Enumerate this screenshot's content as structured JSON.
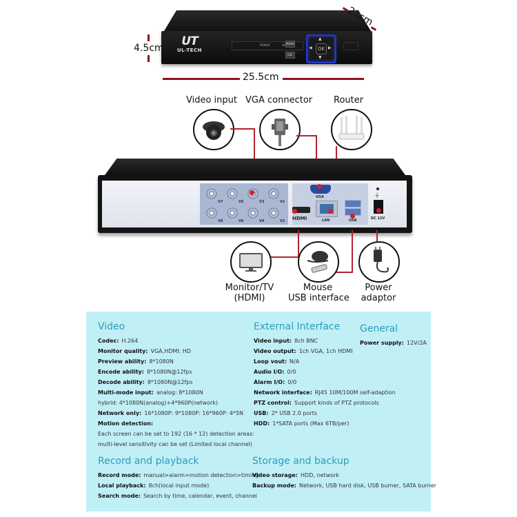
{
  "dimensions": {
    "width": "25.5cm",
    "height": "4.5cm",
    "depth": "21cm"
  },
  "front_panel": {
    "logo_mark": "UT",
    "brand": "UL-TECH",
    "btn_menu": "MENU",
    "btn_esc": "ESC",
    "ok_label": "OK",
    "slot_indicators": [
      "POWER",
      "HD"
    ]
  },
  "accessories_top": [
    {
      "label": "Video input",
      "icon": "dome-camera-icon"
    },
    {
      "label": "VGA connector",
      "icon": "vga-cable-icon"
    },
    {
      "label": "Router",
      "icon": "router-icon"
    }
  ],
  "rear_panel": {
    "bnc_labels_top": [
      "V7",
      "V5",
      "V3",
      "V1"
    ],
    "bnc_labels_bottom": [
      "V8",
      "V6",
      "V4",
      "V2"
    ],
    "vga": "VGA",
    "hdmi": "HDMI",
    "lan": "LAN",
    "usb": "USB",
    "dc": "DC 12V"
  },
  "accessories_bottom": [
    {
      "line1": "Monitor/TV",
      "line2": "(HDMI)",
      "icon": "monitor-icon"
    },
    {
      "line1": "Mouse",
      "line2": "USB interface",
      "icon": "mouse-usb-icon"
    },
    {
      "line1": "Power",
      "line2": "adaptor",
      "icon": "power-adaptor-icon"
    }
  ],
  "accent_color": "#2a9dbd",
  "panel_color": "#c1eff6",
  "connector_color": "#b3232c",
  "specs": {
    "video": {
      "title": "Video",
      "rows": [
        {
          "k": "Codec:",
          "v": "H.264"
        },
        {
          "k": "Monitor quality:",
          "v": "VGA,HDMI: HD"
        },
        {
          "k": "Preview ability:",
          "v": "8*1080N"
        },
        {
          "k": "Encode ability:",
          "v": "8*1080N@12fps"
        },
        {
          "k": "Decode ability:",
          "v": "8*1080N@12fps"
        },
        {
          "k": "Multi-mode input:",
          "v": "analog: 8*1080N"
        }
      ],
      "hybrid": "hybrid: 4*1080N(analog)+4*960P(network)",
      "network_only": {
        "k": "Network only:",
        "v": "16*1080P: 9*1080P: 16*960P: 4*5N"
      },
      "motion_title": "Motion detection:",
      "motion_line1": "Each screen can be set to 192 (16 * 12) detection areas:",
      "motion_line2": "multi-level sensitivity can be set (Limited local channel)"
    },
    "external": {
      "title": "External Interface",
      "rows": [
        {
          "k": "Video input:",
          "v": "8ch BNC"
        },
        {
          "k": "Video output:",
          "v": "1ch VGA, 1ch HDMI"
        },
        {
          "k": "Loop vout:",
          "v": "N/A"
        },
        {
          "k": "Audio I/O:",
          "v": "0/0"
        },
        {
          "k": "Alarm I/O:",
          "v": "0/0"
        },
        {
          "k": "Network interface:",
          "v": "RJ45 10M/100M self-adaption"
        },
        {
          "k": "PTZ control:",
          "v": "Support kinds of PTZ protocols"
        },
        {
          "k": "USB:",
          "v": "2* USB 2.0 ports"
        },
        {
          "k": "HDD:",
          "v": "1*SATA ports (Max 6TB/per)"
        }
      ]
    },
    "general": {
      "title": "General",
      "rows": [
        {
          "k": "Power supply:",
          "v": "12V/2A"
        }
      ]
    },
    "record": {
      "title": "Record and playback",
      "rows": [
        {
          "k": "Record mode:",
          "v": "manual>alarm>motion detection>timing"
        },
        {
          "k": "Local playback:",
          "v": "8ch(local input mode)"
        },
        {
          "k": "Search mode:",
          "v": "Search by time, calendar, event, channel"
        }
      ]
    },
    "storage": {
      "title": "Storage and backup",
      "rows": [
        {
          "k": "Video storage:",
          "v": "HDD, network"
        },
        {
          "k": "Backup mode:",
          "v": "Network, USB hard disk, USB burner, SATA burner"
        }
      ]
    }
  }
}
